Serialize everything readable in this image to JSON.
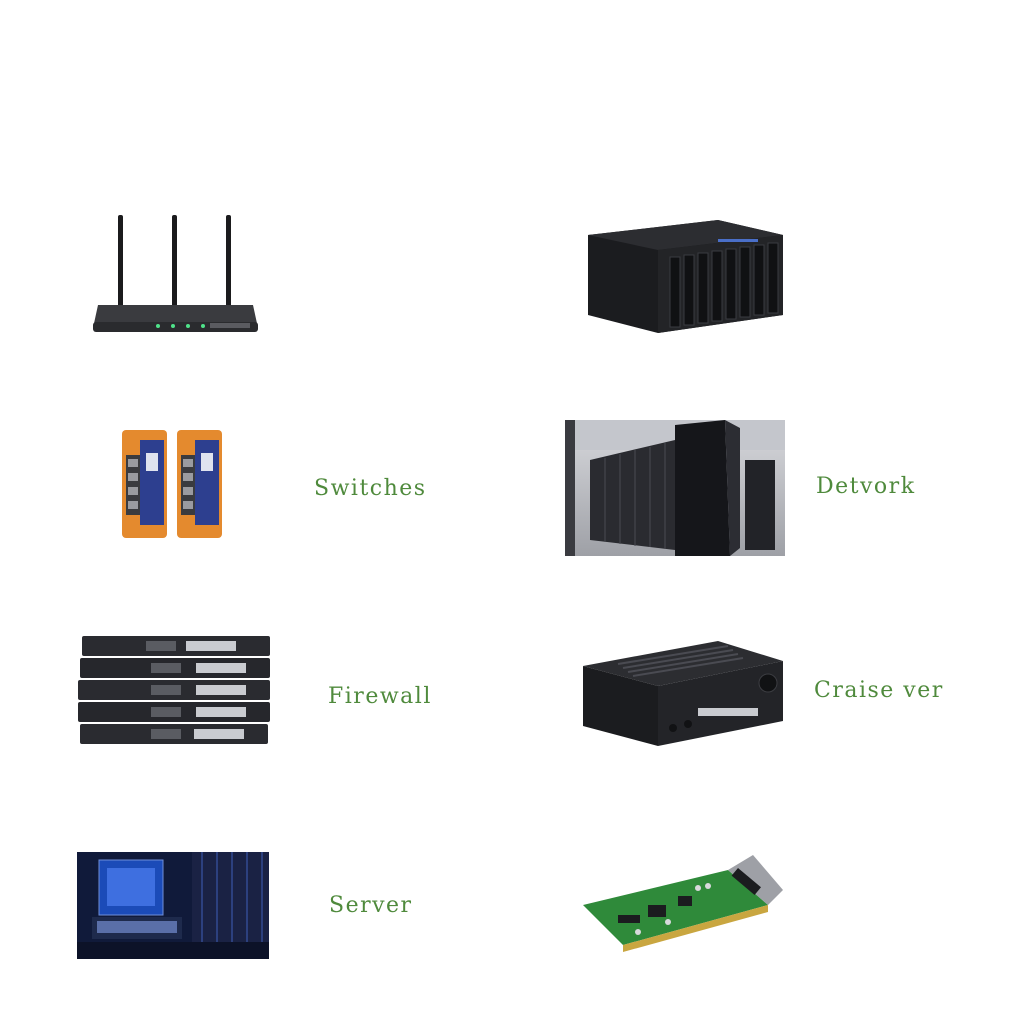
{
  "labels": {
    "switches": "Switches",
    "detvork": "Detvork",
    "firewall": "Firewall",
    "craise_ver": "Craise ver",
    "server": "Server"
  },
  "colors": {
    "label": "#4f8a3c",
    "device_dark": "#1e1f22",
    "switch_orange": "#e48a2e",
    "switch_blue": "#2d3f8f",
    "pcb_green": "#2f8a3a",
    "screen_blue": "#1b4bb8"
  },
  "icons": [
    "router-icon",
    "nas-icon",
    "industrial-switch-icon",
    "datacenter-photo",
    "rack-switches-icon",
    "amplifier-icon",
    "server-room-photo",
    "network-card-icon"
  ]
}
